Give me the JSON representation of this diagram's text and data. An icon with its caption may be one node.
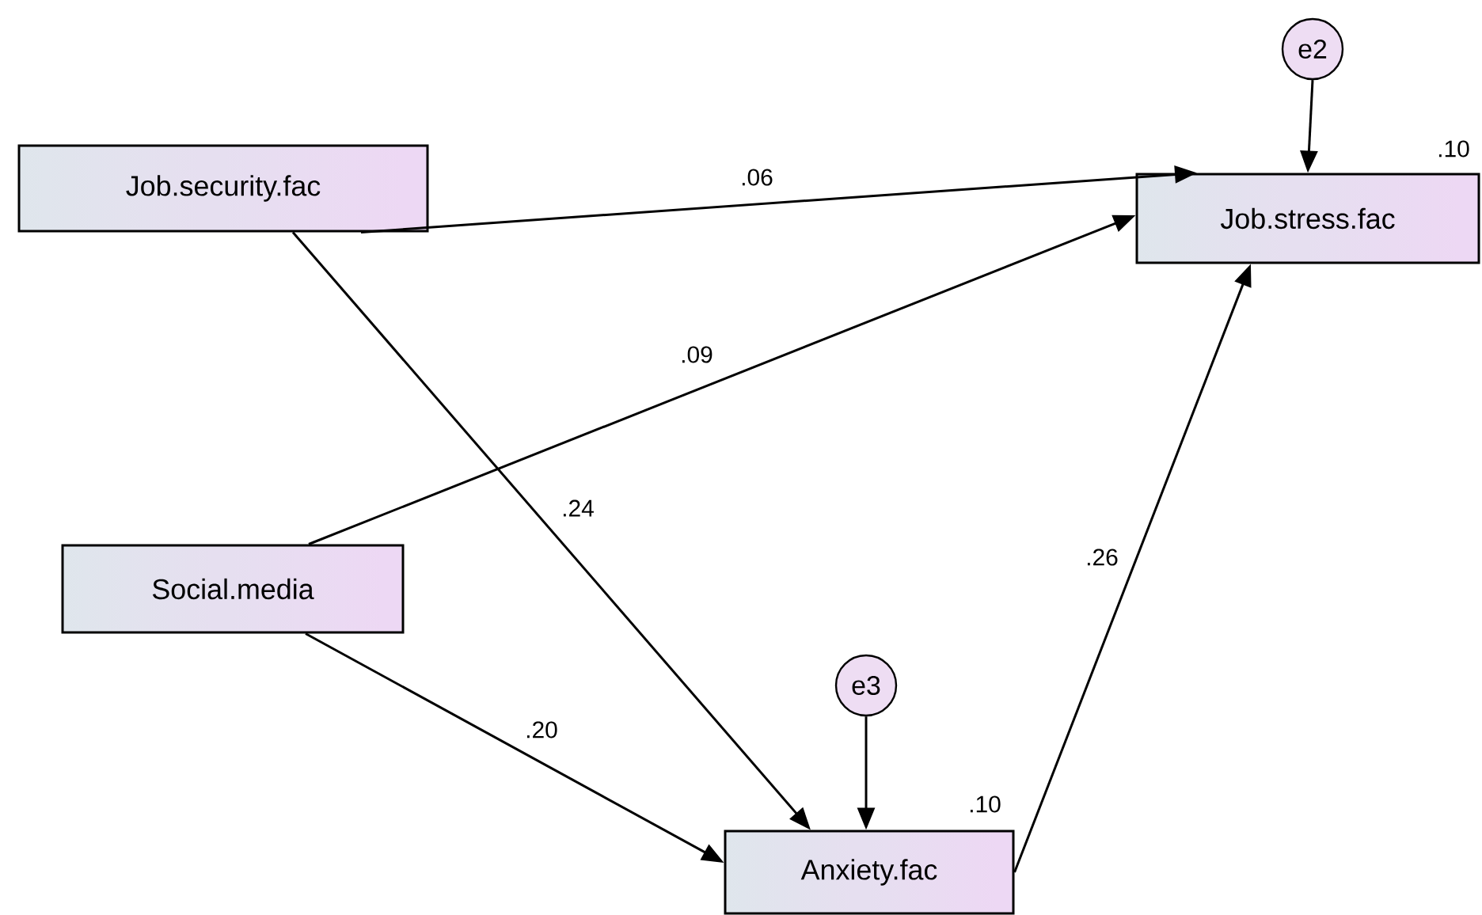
{
  "diagram": {
    "nodes": [
      {
        "text": [
          "Job.security.fac"
        ]
      },
      {
        "text": [
          "e2"
        ]
      },
      {
        "text": [
          "Job.stress.fac"
        ],
        "beside": [
          ".10"
        ]
      },
      {
        "text": [
          "Social.media"
        ]
      },
      {
        "text": [
          "e3"
        ]
      },
      {
        "text": [
          "Anxiety.fac"
        ],
        "beside": [
          ".10"
        ]
      }
    ],
    "edges": [
      {
        "from": 0,
        "to": 2,
        "arrow": "to",
        "label": ".06"
      },
      {
        "from": 3,
        "to": 2,
        "arrow": "to",
        "label": ".09"
      },
      {
        "from": 0,
        "to": 5,
        "arrow": "to",
        "label": ".24"
      },
      {
        "from": 3,
        "to": 5,
        "arrow": "to",
        "label": ".20"
      },
      {
        "from": 5,
        "to": 2,
        "arrow": "to",
        "label": ".26"
      },
      {
        "from": 1,
        "to": 2,
        "arrow": "to"
      },
      {
        "from": 4,
        "to": 5,
        "arrow": "to"
      }
    ]
  }
}
